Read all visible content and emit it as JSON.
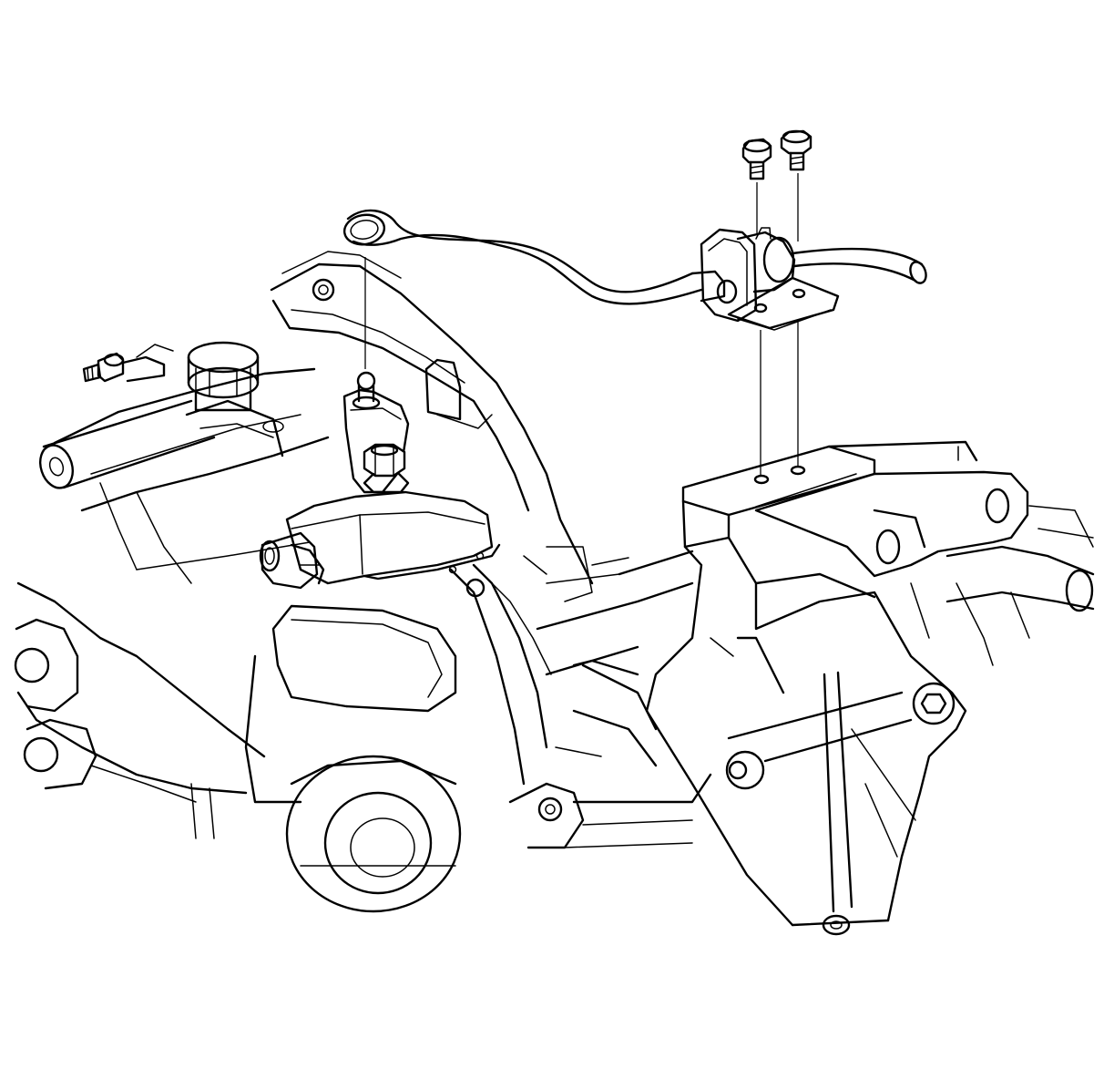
{
  "diagram": {
    "kind": "exploded-view line drawing",
    "text_labels": [],
    "components": [
      {
        "id": "mounting-bolt",
        "count": 2
      },
      {
        "id": "control-cable"
      },
      {
        "id": "cable-bracket"
      },
      {
        "id": "shift-lever-ball-stud"
      },
      {
        "id": "lever-retaining-nut"
      },
      {
        "id": "range-sensor-connector"
      },
      {
        "id": "transaxle-case"
      },
      {
        "id": "mount-bracket"
      },
      {
        "id": "fill-cap"
      },
      {
        "id": "stud-bolt"
      }
    ],
    "colors": {
      "line": "#000000",
      "background": "#ffffff"
    }
  }
}
